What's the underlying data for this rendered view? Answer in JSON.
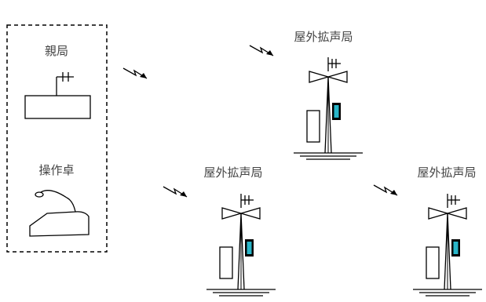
{
  "master_station": {
    "label": "親局"
  },
  "console": {
    "label": "操作卓"
  },
  "outdoor_stations": [
    {
      "label": "屋外拡声局"
    },
    {
      "label": "屋外拡声局"
    },
    {
      "label": "屋外拡声局"
    }
  ],
  "colors": {
    "line": "#000000",
    "text": "#444444",
    "speaker_box": "#29b6c9"
  }
}
